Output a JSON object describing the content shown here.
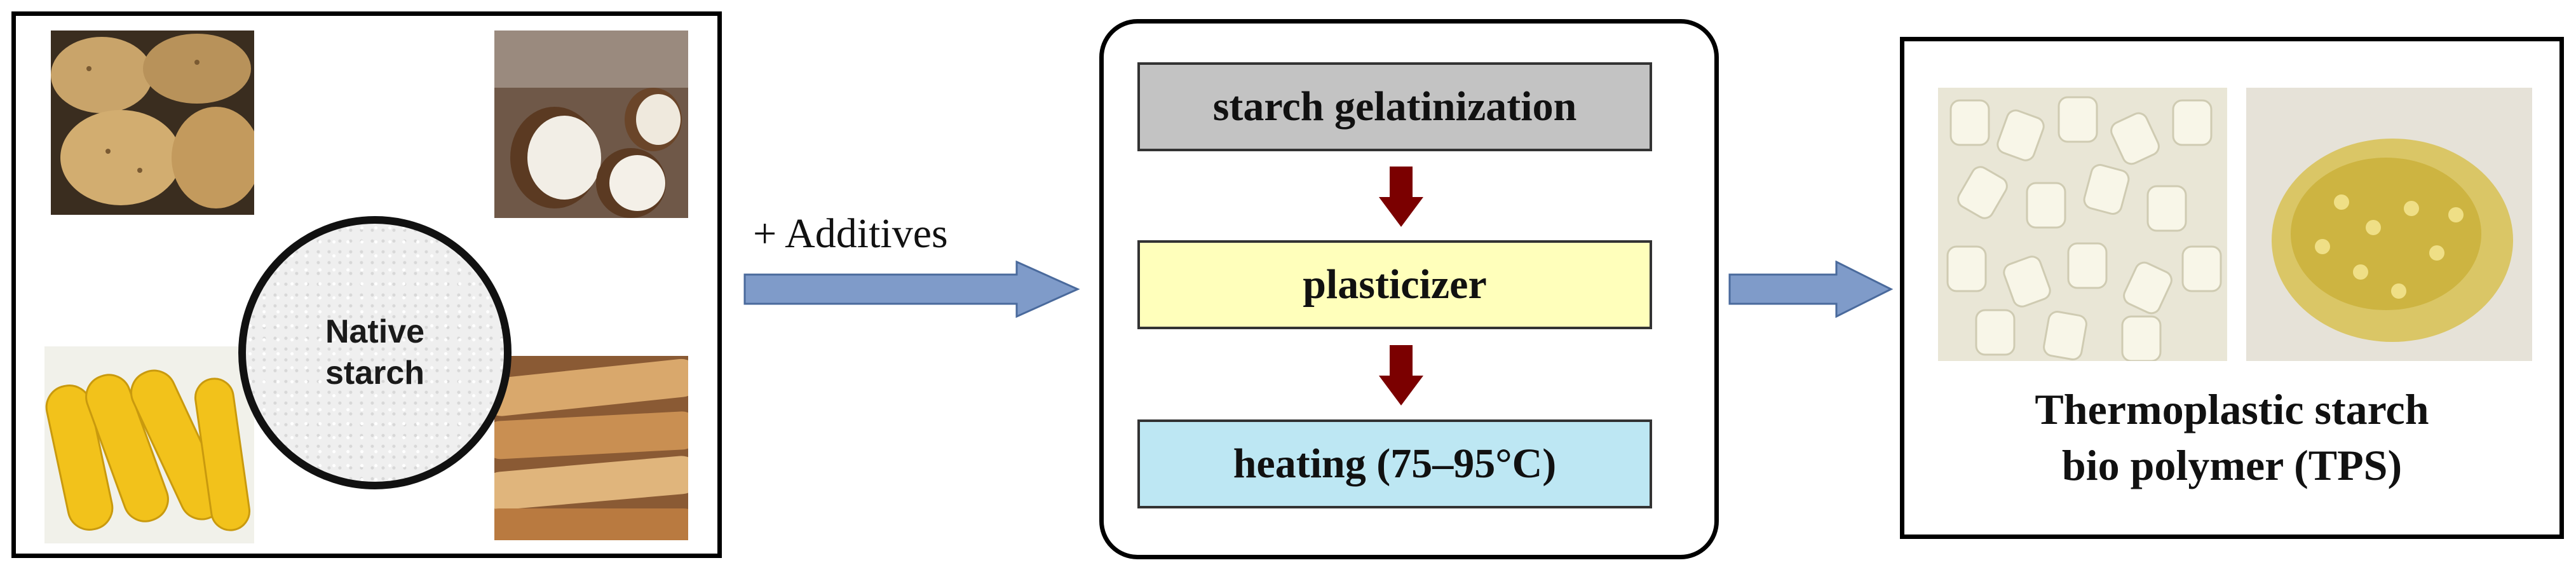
{
  "diagram": {
    "sources": {
      "center_label_line1": "Native",
      "center_label_line2": "starch",
      "photos": [
        "potatoes",
        "cassava",
        "corn",
        "bread"
      ]
    },
    "connector_label": "+ Additives",
    "process": {
      "steps": [
        {
          "label": "starch gelatinization",
          "color": "#c3c3c3"
        },
        {
          "label": "plasticizer",
          "color": "#ffffbb"
        },
        {
          "label": "heating (75–95°C)",
          "color": "#bde7f3"
        }
      ],
      "step_arrow_color": "#7b0000"
    },
    "product": {
      "title_line1": "Thermoplastic starch",
      "title_line2": "bio polymer (TPS)",
      "photos": [
        "white starch pellets",
        "yellow transparent pellets"
      ]
    },
    "flow_arrow_color": "#7f9bc9"
  }
}
